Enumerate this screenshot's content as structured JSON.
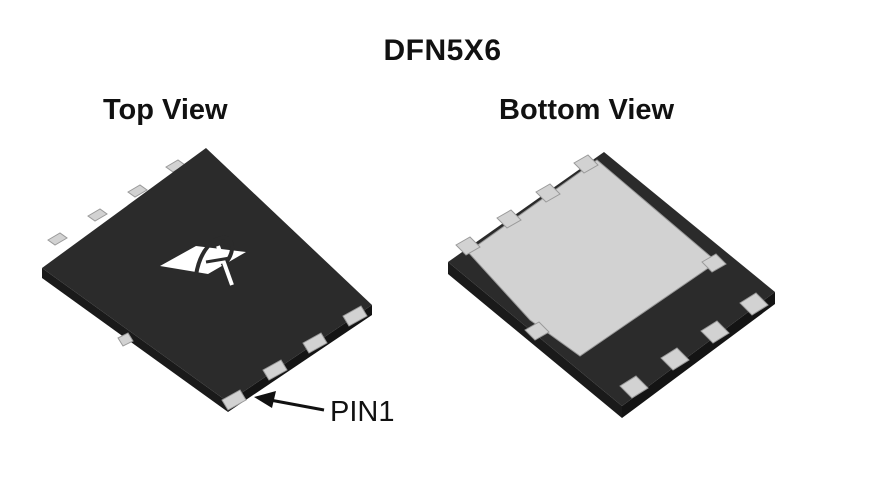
{
  "title": "DFN5X6",
  "top_view": {
    "label": "Top View"
  },
  "bottom_view": {
    "label": "Bottom View"
  },
  "pin_label": "PIN1",
  "colors": {
    "body_dark": "#2b2b2b",
    "body_side": "#1a1a1a",
    "pad_gray": "#d2d2d2",
    "pad_edge": "#9a9a9a",
    "logo_white": "#ffffff",
    "text": "#111111"
  }
}
